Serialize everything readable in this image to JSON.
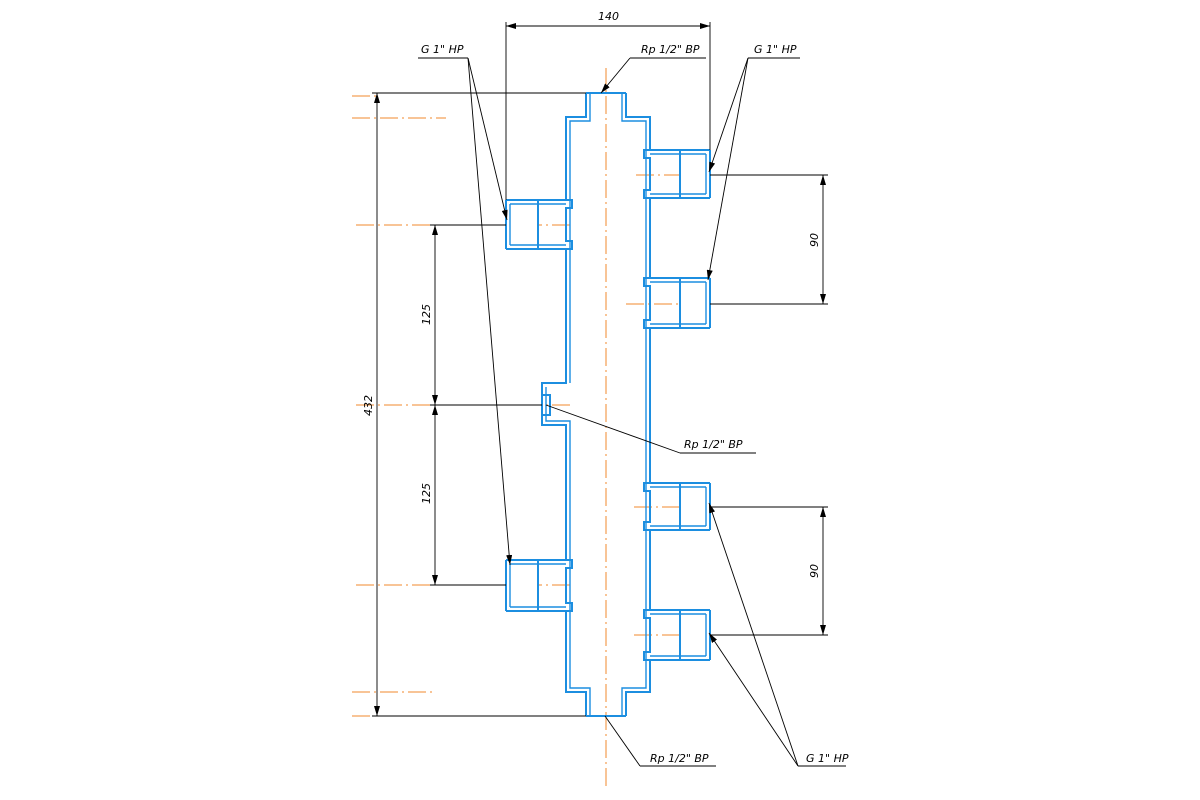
{
  "drawing": {
    "labels": {
      "thread_top_left": "G 1\" НР",
      "thread_top_right": "G 1\" НР",
      "thread_bottom_right": "G 1\" НР",
      "port_top": "Rp 1/2\" ВР",
      "port_middle": "Rp 1/2\" ВР",
      "port_bottom": "Rp 1/2\" ВР"
    },
    "dimensions": {
      "overall_width": "140",
      "overall_height": "432",
      "left_spacing_upper": "125",
      "left_spacing_lower": "125",
      "right_spacing_upper": "90",
      "right_spacing_lower": "90"
    },
    "colors": {
      "body": "#1c8ee0",
      "axis": "#f08a2e",
      "dimension": "#000000"
    }
  }
}
